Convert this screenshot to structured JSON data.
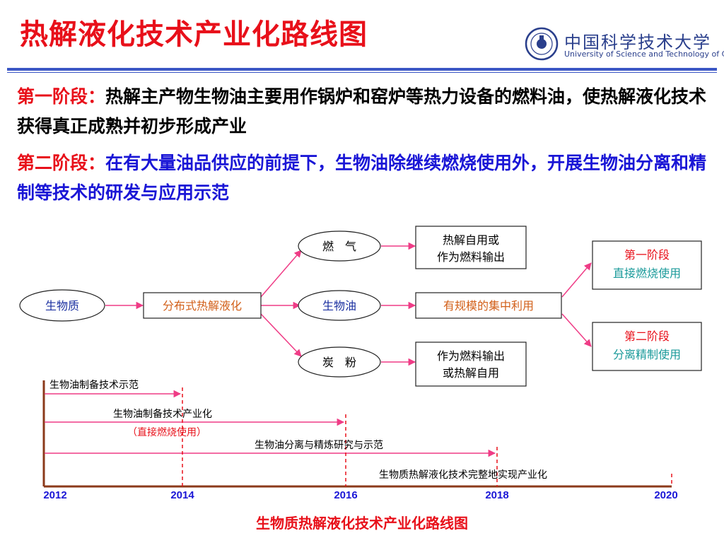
{
  "title": "热解液化技术产业化路线图",
  "logo": {
    "cn": "中国科学技术大学",
    "en": "University of Science and Technology of China"
  },
  "stage1": {
    "label": "第一阶段：",
    "text": "热解主产物生物油主要用作锅炉和窑炉等热力设备的燃料油，使热解液化技术获得真正成熟并初步形成产业"
  },
  "stage2": {
    "label": "第二阶段：",
    "text": "在有大量油品供应的前提下，生物油除继续燃烧使用外，开展生物油分离和精制等技术的研发与应用示范"
  },
  "flow": {
    "biomass": "生物质",
    "pyrolysis": "分布式热解液化",
    "gas": "燃　气",
    "oil": "生物油",
    "char": "炭　粉",
    "gas_use_1": "热解自用或",
    "gas_use_2": "作为燃料输出",
    "oil_use": "有规模的集中利用",
    "char_use_1": "作为燃料输出",
    "char_use_2": "或热解自用",
    "stage1_title": "第一阶段",
    "stage1_use": "直接燃烧使用",
    "stage2_title": "第二阶段",
    "stage2_use": "分离精制使用"
  },
  "timeline": {
    "years": [
      "2012",
      "2014",
      "2016",
      "2018",
      "2020"
    ],
    "milestones": [
      "生物油制备技术示范",
      "生物油制备技术产业化",
      "（直接燃烧使用）",
      "生物油分离与精炼研究与示范",
      "生物质热解液化技术完整地实现产业化"
    ]
  },
  "caption": "生物质热解液化技术产业化路线图",
  "colors": {
    "red": "#e8101a",
    "blue": "#1a16d6",
    "navy": "#1a2fa0",
    "orange": "#d2601a",
    "teal": "#1a9a9a",
    "pink": "#ef3c86",
    "brown": "#8b3a1a"
  }
}
